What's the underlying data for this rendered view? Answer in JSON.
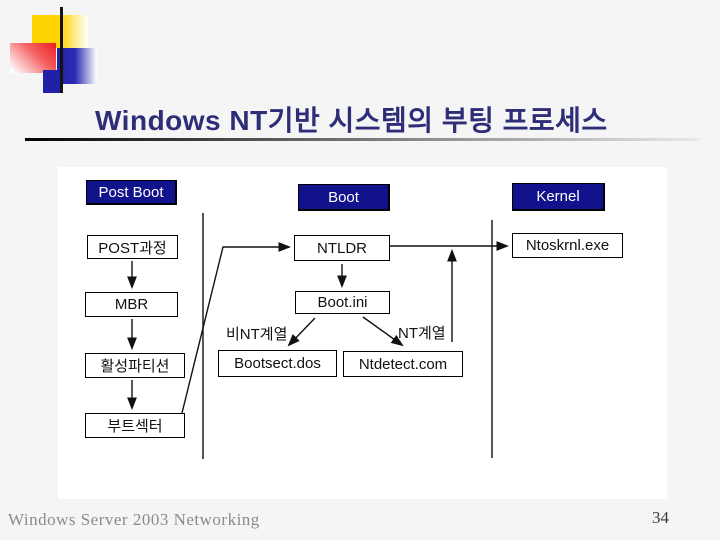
{
  "slide": {
    "title": "Windows NT기반 시스템의 부팅 프로세스",
    "footer_text": "Windows  Server 2003 Networking",
    "page_number": "34"
  },
  "diagram": {
    "headers": {
      "post_boot": "Post Boot",
      "boot": "Boot",
      "kernel": "Kernel"
    },
    "nodes": {
      "post_process": "POST과정",
      "mbr": "MBR",
      "active_partition": "활성파티션",
      "boot_sector": "부트섹터",
      "ntldr": "NTLDR",
      "boot_ini": "Boot.ini",
      "bootsect_dos": "Bootsect.dos",
      "ntdetect": "Ntdetect.com",
      "ntoskrnl": "Ntoskrnl.exe"
    },
    "edge_labels": {
      "non_nt": "비NT계열",
      "nt": "NT계열"
    }
  },
  "colors": {
    "slide_bg": "#F6F5F6",
    "title": "#2E2E78",
    "header_box_bg": "#12128C",
    "footer_text": "#8A8A8A"
  }
}
